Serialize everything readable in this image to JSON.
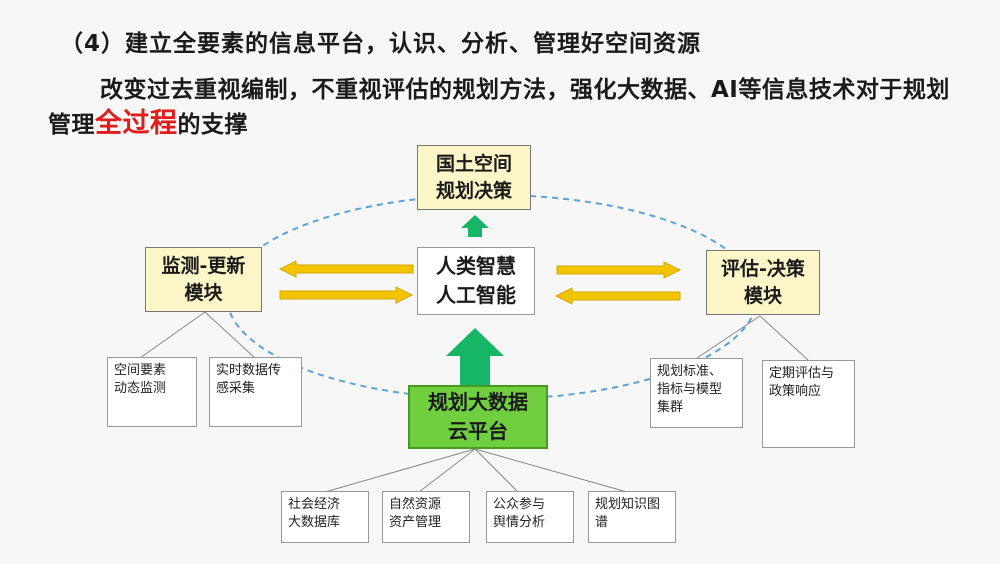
{
  "heading": "（4）建立全要素的信息平台，认识、分析、管理好空间资源",
  "paragraph": {
    "before": "改变过去重视编制，不重视评估的规划方法，强化大数据、AI等信息技术对于规划管理",
    "highlight": "全过程",
    "after": "的支撑"
  },
  "colors": {
    "highlight": "#e21b1b",
    "yellow_box": "#fdf6c8",
    "green_box": "#6fcf3f",
    "green_arrow": "#17b566",
    "yellow_arrow": "#f5c400",
    "ellipse": "#5ba3d8"
  },
  "diagram": {
    "top": "国土空间\n规划决策",
    "left": "监测-更新\n模块",
    "right": "评估-决策\n模块",
    "center": "人类智慧\n人工智能",
    "bottom": "规划大数据\n云平台",
    "left_leaves": [
      "空间要素\n动态监测",
      "实时数据传\n感采集"
    ],
    "right_leaves": [
      "规划标准、\n指标与模型\n集群",
      "定期评估与\n政策响应"
    ],
    "bottom_leaves": [
      "社会经济\n大数据库",
      "自然资源\n资产管理",
      "公众参与\n舆情分析",
      "规划知识图\n谱"
    ]
  }
}
